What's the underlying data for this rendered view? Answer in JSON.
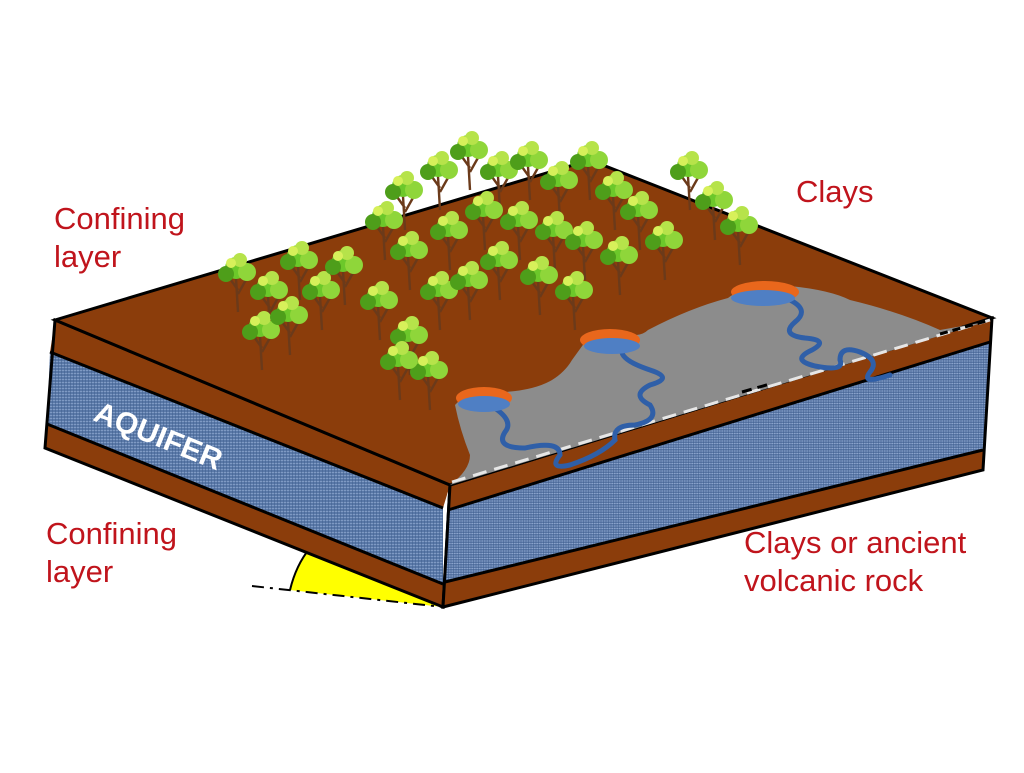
{
  "labels": {
    "clays": "Clays",
    "confining_top": [
      "Confining",
      "layer"
    ],
    "confining_bottom": [
      "Confining",
      "layer"
    ],
    "clays_or_volcanic": [
      "Clays or ancient",
      "volcanic rock"
    ],
    "aquifer": "AQUIFER"
  },
  "colors": {
    "clay_brown": "#8b3d0b",
    "aquifer_blue": "#5a79a8",
    "river_blue": "#2f5fa8",
    "wetland_gray": "#8c8c8c",
    "tree_green": "#6cc82a",
    "label_red": "#c0141c",
    "tilt_angle_yellow": "#ffff00"
  },
  "icons": [
    "tree-icon",
    "lake-icon",
    "river-icon"
  ]
}
